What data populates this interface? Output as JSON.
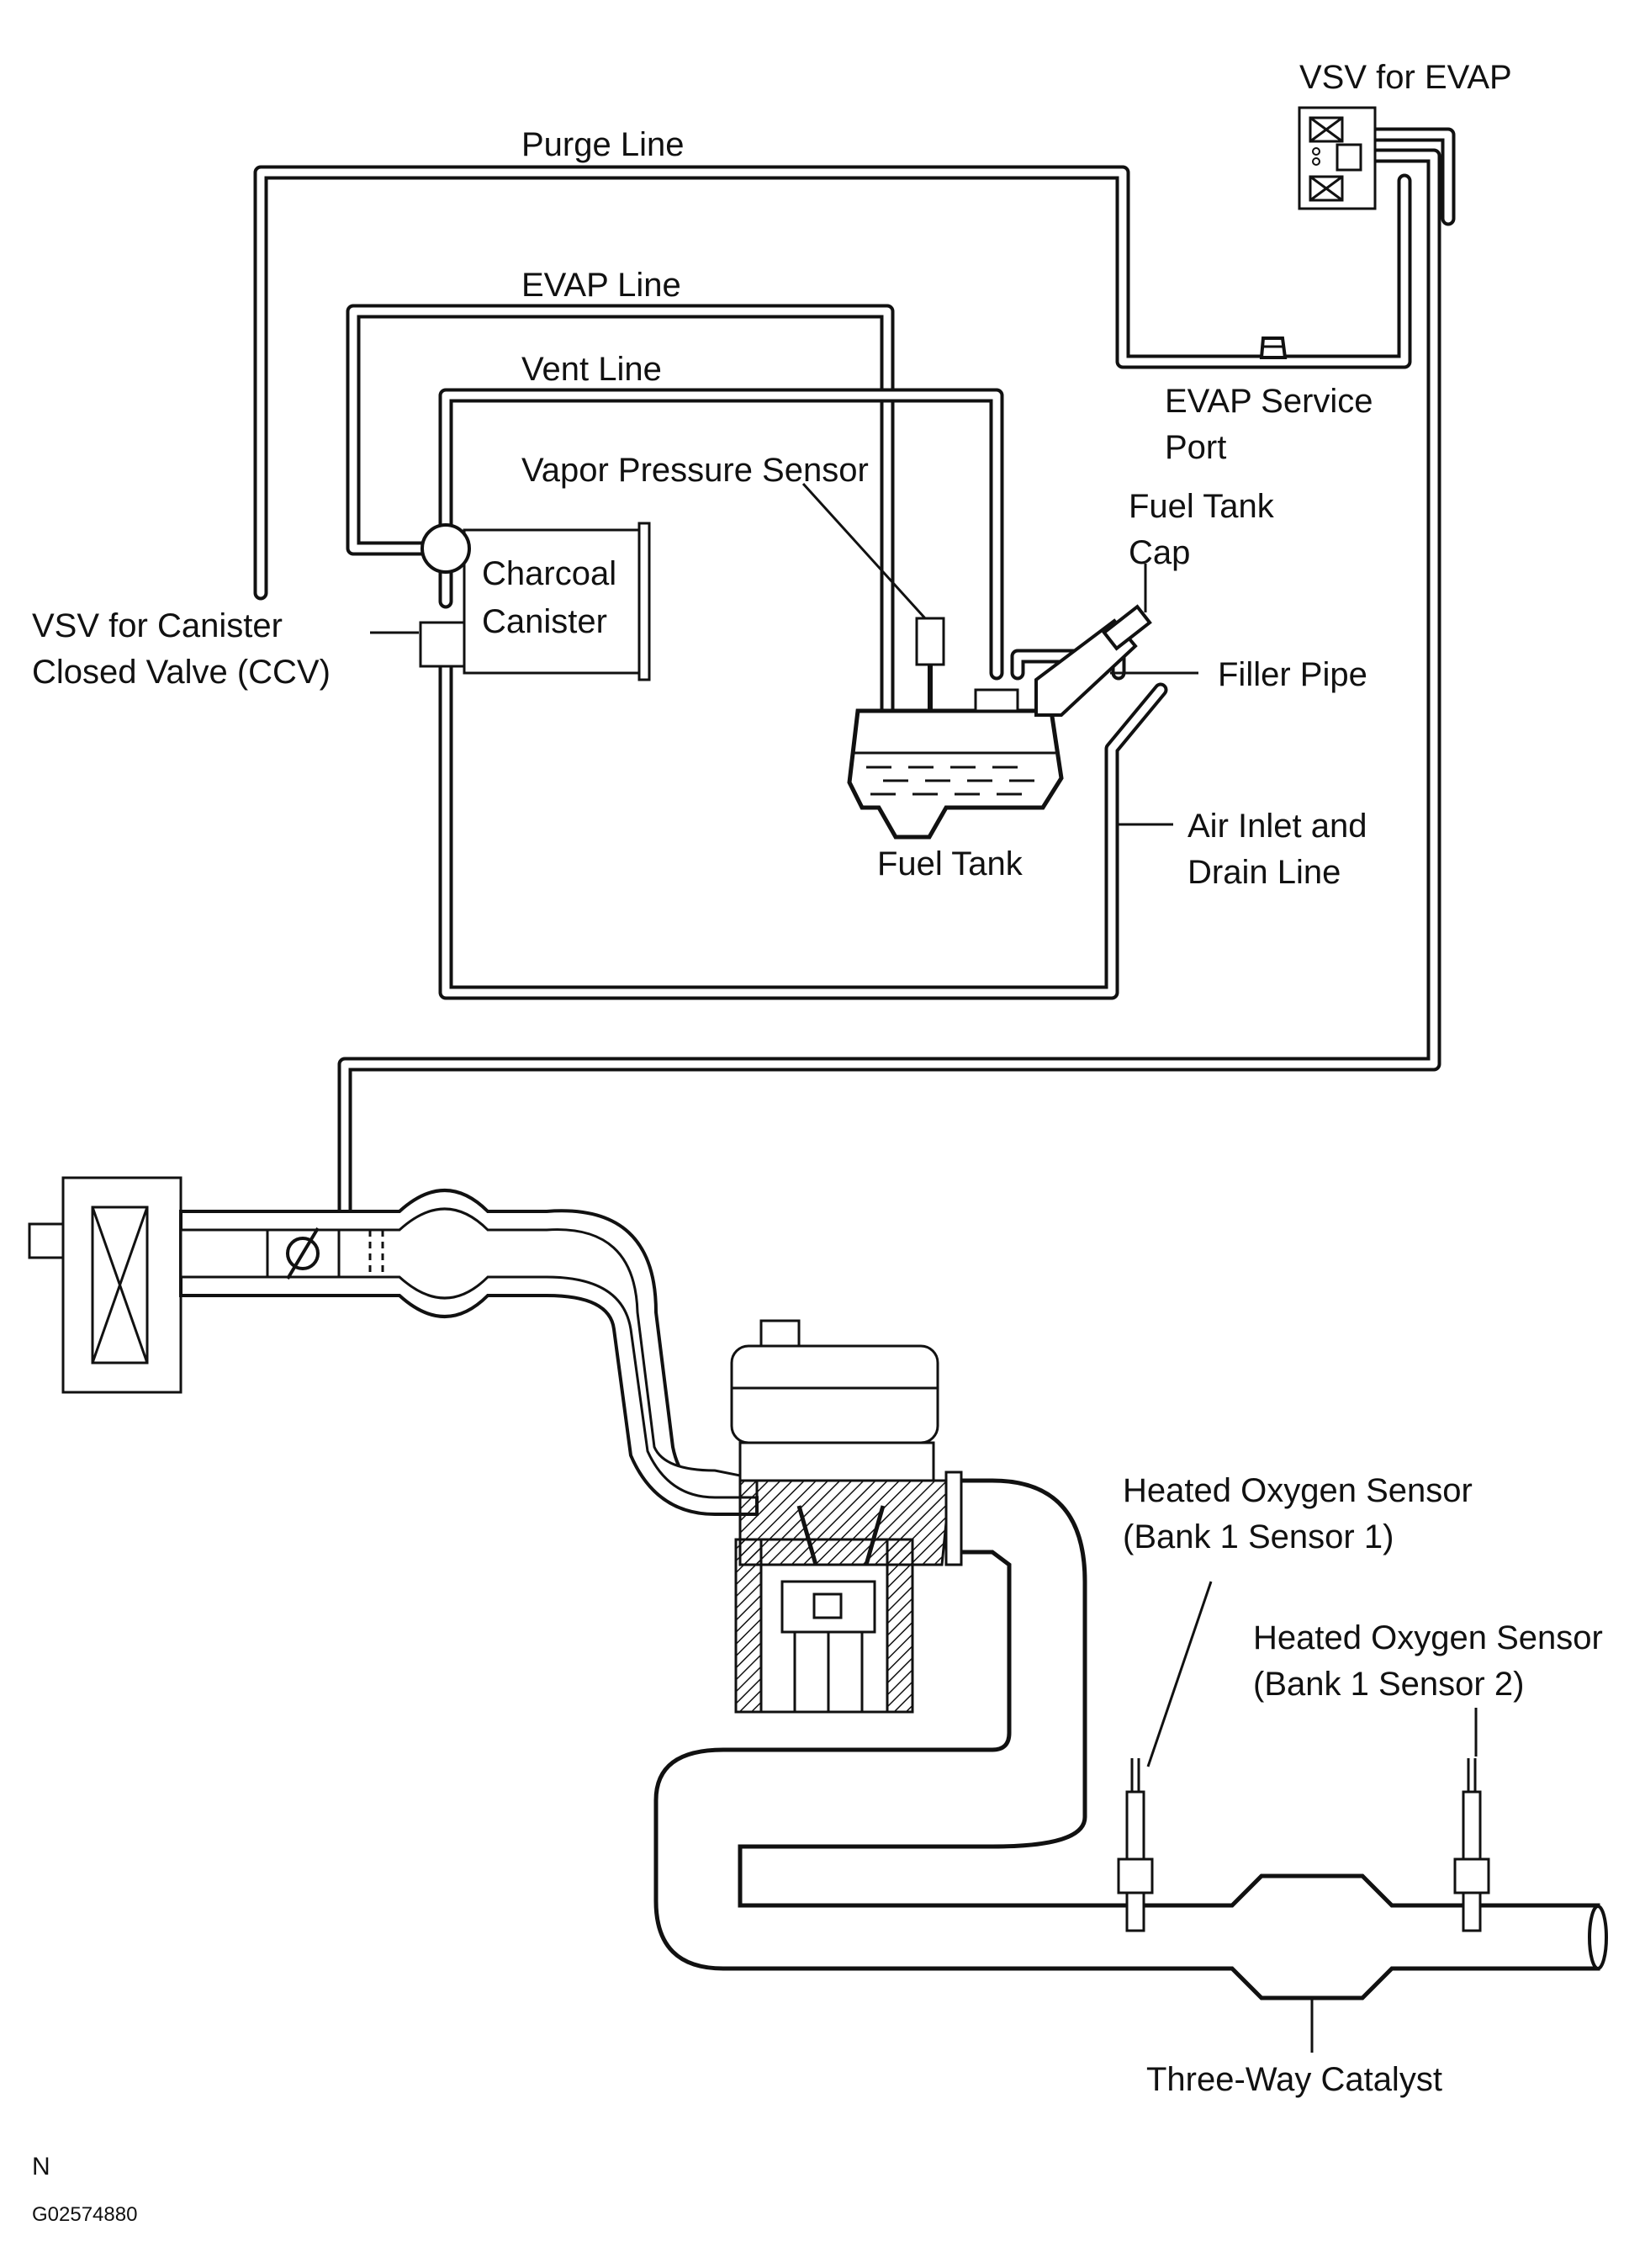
{
  "labels": {
    "vsv_evap": "VSV for EVAP",
    "purge_line": "Purge Line",
    "evap_line": "EVAP Line",
    "vent_line": "Vent Line",
    "evap_service_port_1": "EVAP Service",
    "evap_service_port_2": "Port",
    "vapor_pressure_sensor": "Vapor Pressure Sensor",
    "fuel_tank_cap_1": "Fuel Tank",
    "fuel_tank_cap_2": "Cap",
    "charcoal_1": "Charcoal",
    "charcoal_2": "Canister",
    "vsv_ccv_1": "VSV  for  Canister",
    "vsv_ccv_2": "Closed Valve (CCV)",
    "filler_pipe": "Filler Pipe",
    "air_inlet_1": "Air Inlet and",
    "air_inlet_2": "Drain Line",
    "fuel_tank": "Fuel Tank",
    "ho2s_1a": "Heated Oxygen Sensor",
    "ho2s_1b": "(Bank 1 Sensor 1)",
    "ho2s_2a": "Heated Oxygen Sensor",
    "ho2s_2b": "(Bank 1 Sensor 2)",
    "catalyst": "Three-Way Catalyst"
  },
  "footer": {
    "code_letter": "N",
    "figure_id": "G02574880"
  }
}
